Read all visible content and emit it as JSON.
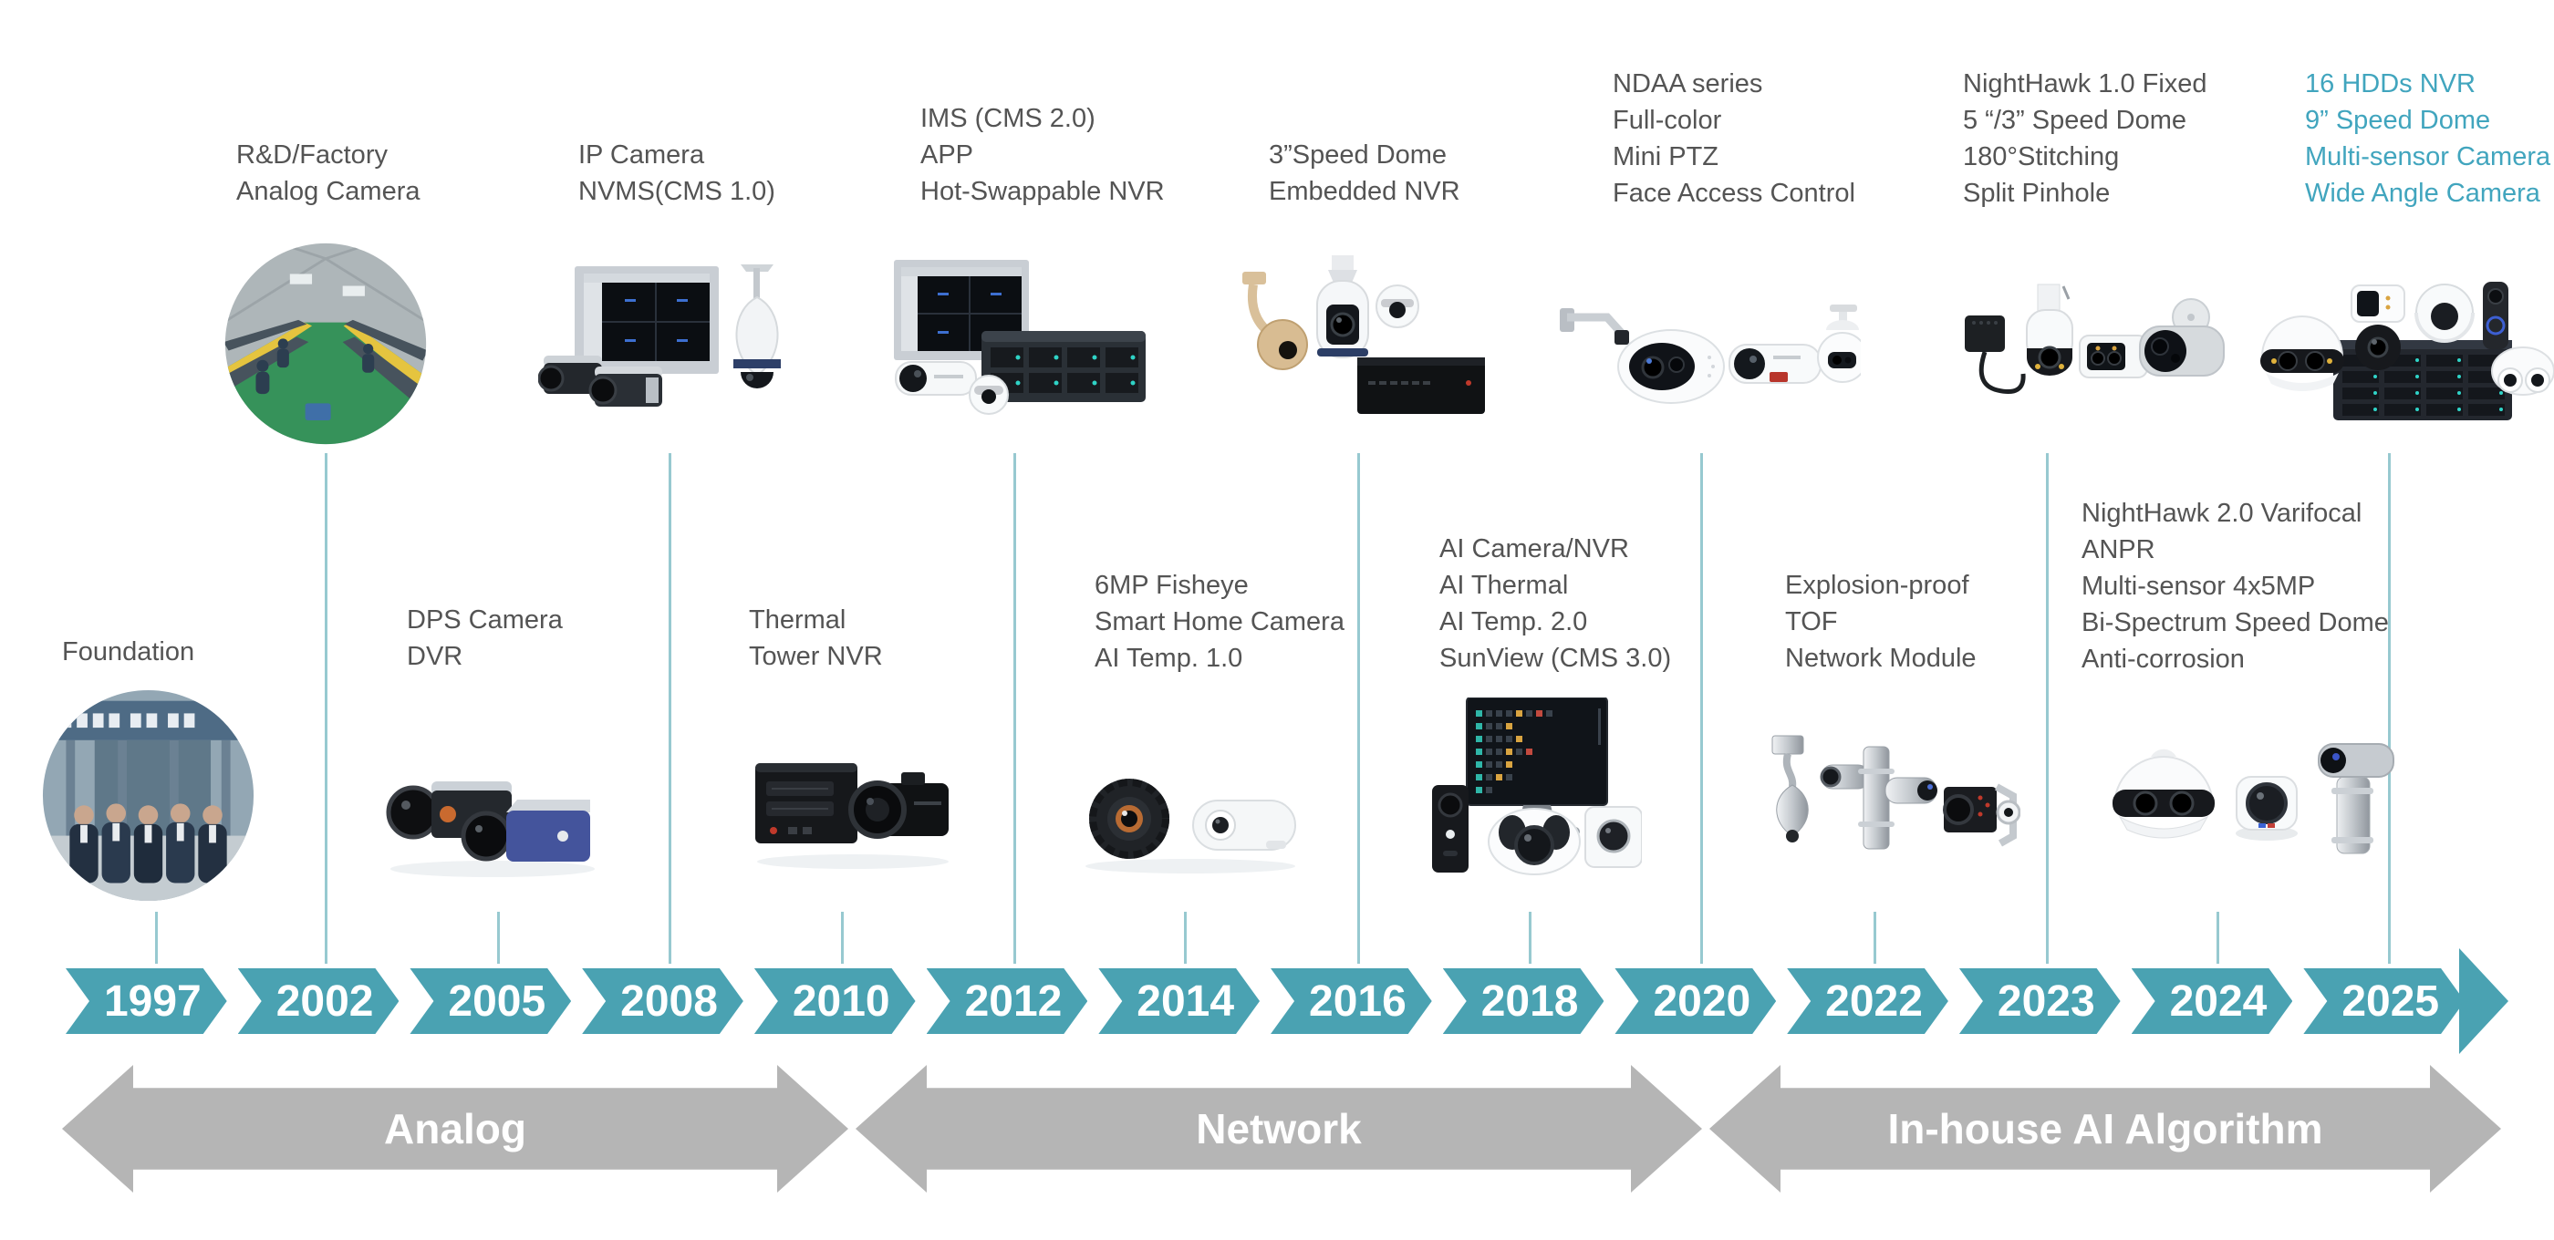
{
  "colors": {
    "timeline_teal": "#4AA2B2",
    "connector_teal": "#97C9D0",
    "highlight_text_teal": "#41A5BE",
    "era_gray": "#B5B5B5",
    "label_text": "#545454",
    "year_text": "#FFFFFF"
  },
  "milestones": [
    {
      "year": "1997",
      "side": "below",
      "label_lines": [
        "Foundation"
      ],
      "image": "foundation-group-photo"
    },
    {
      "year": "2002",
      "side": "above",
      "label_lines": [
        "R&D/Factory",
        "Analog Camera"
      ],
      "image": "factory-floor-photo"
    },
    {
      "year": "2005",
      "side": "below",
      "label_lines": [
        "DPS Camera",
        "DVR"
      ],
      "image": "dps-camera-dvr"
    },
    {
      "year": "2008",
      "side": "above",
      "label_lines": [
        "IP Camera",
        "NVMS(CMS 1.0)"
      ],
      "image": "ip-camera-nvms"
    },
    {
      "year": "2010",
      "side": "below",
      "label_lines": [
        "Thermal",
        "Tower NVR"
      ],
      "image": "thermal-tower-nvr"
    },
    {
      "year": "2012",
      "side": "above",
      "label_lines": [
        "IMS (CMS 2.0)",
        "APP",
        "Hot-Swappable NVR"
      ],
      "image": "ims-app-hotswap-nvr"
    },
    {
      "year": "2014",
      "side": "below",
      "label_lines": [
        "6MP Fisheye",
        "Smart Home Camera",
        "AI Temp. 1.0"
      ],
      "image": "fisheye-smart-home"
    },
    {
      "year": "2016",
      "side": "above",
      "label_lines": [
        "3”Speed Dome",
        "Embedded NVR"
      ],
      "image": "speed-dome-embedded-nvr"
    },
    {
      "year": "2018",
      "side": "below",
      "label_lines": [
        "AI Camera/NVR",
        "AI Thermal",
        "AI Temp. 2.0",
        "SunView (CMS 3.0)"
      ],
      "image": "ai-camera-nvr-monitor"
    },
    {
      "year": "2020",
      "side": "above",
      "label_lines": [
        "NDAA series",
        "Full-color",
        "Mini PTZ",
        "Face Access Control"
      ],
      "image": "ndaa-series-cameras"
    },
    {
      "year": "2022",
      "side": "below",
      "label_lines": [
        "Explosion-proof",
        "TOF",
        "Network Module"
      ],
      "image": "explosion-proof-tof"
    },
    {
      "year": "2023",
      "side": "above",
      "label_lines": [
        "NightHawk 1.0 Fixed",
        "5 “/3” Speed Dome",
        "180°Stitching",
        "Split Pinhole"
      ],
      "image": "nighthawk-1-0-lineup"
    },
    {
      "year": "2024",
      "side": "below",
      "label_lines": [
        "NightHawk 2.0 Varifocal",
        "ANPR",
        "Multi-sensor 4x5MP",
        "Bi-Spectrum Speed Dome",
        "Anti-corrosion"
      ],
      "image": "nighthawk-2-0-lineup"
    },
    {
      "year": "2025",
      "side": "above",
      "highlight": true,
      "label_lines": [
        "16 HDDs NVR",
        "9” Speed Dome",
        "Multi-sensor Camera",
        "Wide Angle Camera"
      ],
      "image": "lineup-2025"
    }
  ],
  "eras": [
    {
      "label": "Analog"
    },
    {
      "label": "Network"
    },
    {
      "label": "In-house AI Algorithm"
    }
  ]
}
